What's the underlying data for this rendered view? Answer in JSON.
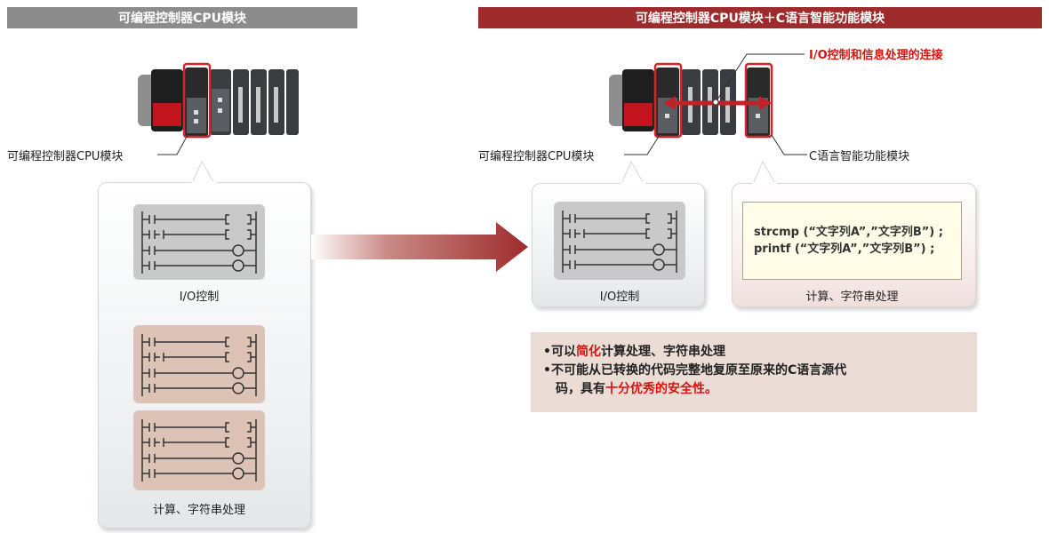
{
  "left_header": "可编程控制器CPU模块",
  "right_header": "可编程控制器CPU模块＋C语言智能功能模块",
  "left_module_label": "可编程控制器CPU模块",
  "right_module_label": "可编程控制器CPU模块",
  "c_module_label": "C语言智能功能模块",
  "connection_label": "I/O控制和信息处理的连接",
  "left_io_caption": "I/O控制",
  "left_calc_caption": "计算、字符串处理",
  "right_io_caption": "I/O控制",
  "right_calc_caption": "计算、字符串处理",
  "code_lines": [
    "strcmp (“文字列A”,”文字列B”) ;",
    "printf  (“文字列A”,”文字列B”) ;"
  ],
  "notes": {
    "line1_prefix": "•可以",
    "line1_highlight": "简化",
    "line1_suffix": "计算处理、字符串处理",
    "line2": "•不可能从已转换的代码完整地复原至原来的C语言源代",
    "line3_prefix": "码，具有",
    "line3_highlight": "十分优秀的安全性。"
  },
  "colors": {
    "left_header_bg": "#8c8c8c",
    "right_header_bg": "#9e2b2b",
    "highlight_red": "#d9140f",
    "callout_red": "#d8232a"
  }
}
